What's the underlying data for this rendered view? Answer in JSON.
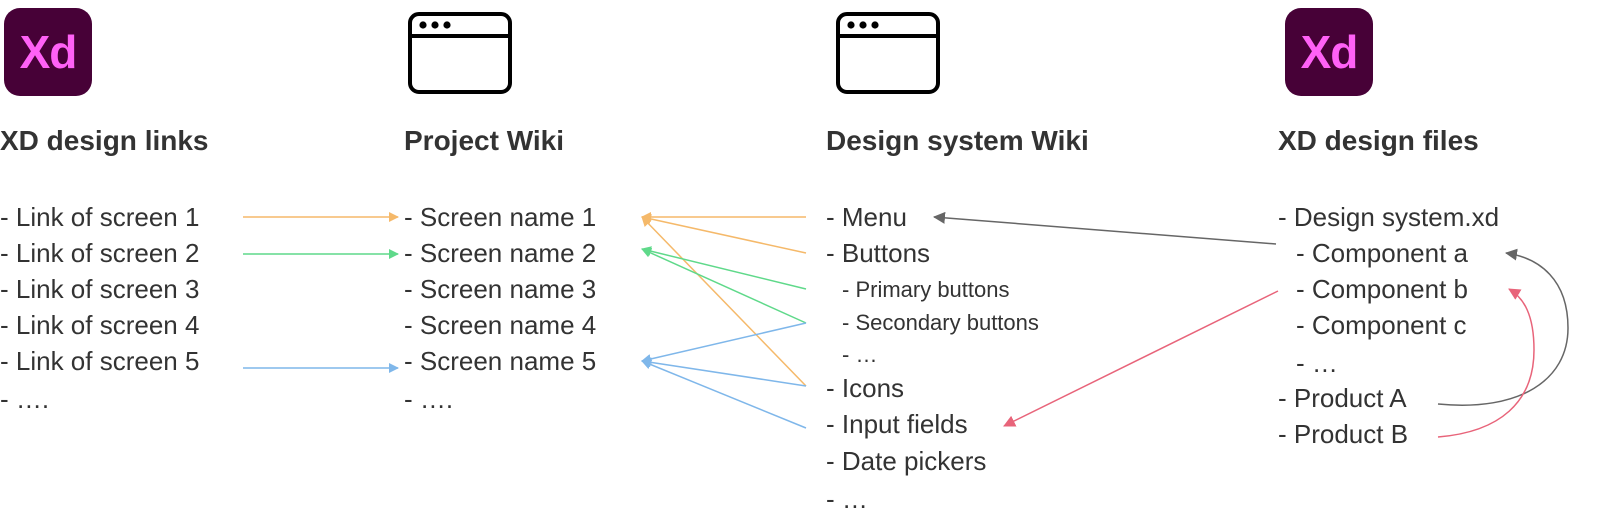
{
  "colors": {
    "orange": "#f5b96a",
    "green": "#5fd98a",
    "blue": "#7fb7ea",
    "gray": "#666666",
    "red": "#e8647a",
    "xd_bg": "#470137",
    "xd_fg": "#ff61f6"
  },
  "icons": [
    "xd-logo",
    "browser-window-icon",
    "browser-window-icon",
    "xd-logo"
  ],
  "columns": {
    "xd_links": {
      "logo_text": "Xd",
      "title": "XD design links",
      "items": [
        "- Link of screen 1",
        "- Link of screen 2",
        "- Link of screen 3",
        "- Link of screen 4",
        "- Link of screen 5",
        "- …."
      ]
    },
    "project_wiki": {
      "title": "Project Wiki",
      "items": [
        "- Screen name 1",
        "- Screen name 2",
        "- Screen name 3",
        "- Screen name 4",
        "- Screen name 5",
        "- …."
      ]
    },
    "ds_wiki": {
      "title": "Design system Wiki",
      "items": [
        "- Menu",
        "- Buttons",
        "- Primary buttons",
        "- Secondary buttons",
        "- …",
        "- Icons",
        "- Input fields",
        "- Date pickers",
        "- …"
      ]
    },
    "xd_files": {
      "logo_text": "Xd",
      "title": "XD design files",
      "items": [
        "- Design system.xd",
        "- Component a",
        "- Component b",
        "- Component c",
        "- …",
        "- Product A",
        "- Product B"
      ]
    }
  },
  "connections": [
    {
      "from": "Link of screen 1",
      "to": "Screen name 1",
      "color": "orange"
    },
    {
      "from": "Link of screen 2",
      "to": "Screen name 2",
      "color": "green"
    },
    {
      "from": "Link of screen 5",
      "to": "Screen name 5",
      "color": "blue"
    },
    {
      "from": "Menu",
      "to": "Screen name 1",
      "color": "orange"
    },
    {
      "from": "Buttons",
      "to": "Screen name 1",
      "color": "orange"
    },
    {
      "from": "Icons",
      "to": "Screen name 1",
      "color": "orange"
    },
    {
      "from": "Primary buttons",
      "to": "Screen name 2",
      "color": "green"
    },
    {
      "from": "Secondary buttons",
      "to": "Screen name 2",
      "color": "green"
    },
    {
      "from": "Secondary buttons",
      "to": "Screen name 5",
      "color": "blue"
    },
    {
      "from": "Icons",
      "to": "Screen name 5",
      "color": "blue"
    },
    {
      "from": "Input fields",
      "to": "Screen name 5",
      "color": "blue"
    },
    {
      "from": "Component a",
      "to": "Menu",
      "color": "gray"
    },
    {
      "from": "Component b",
      "to": "Input fields",
      "color": "red"
    },
    {
      "from": "Product A",
      "to": "Component a",
      "color": "gray"
    },
    {
      "from": "Product B",
      "to": "Component b",
      "color": "red"
    }
  ]
}
